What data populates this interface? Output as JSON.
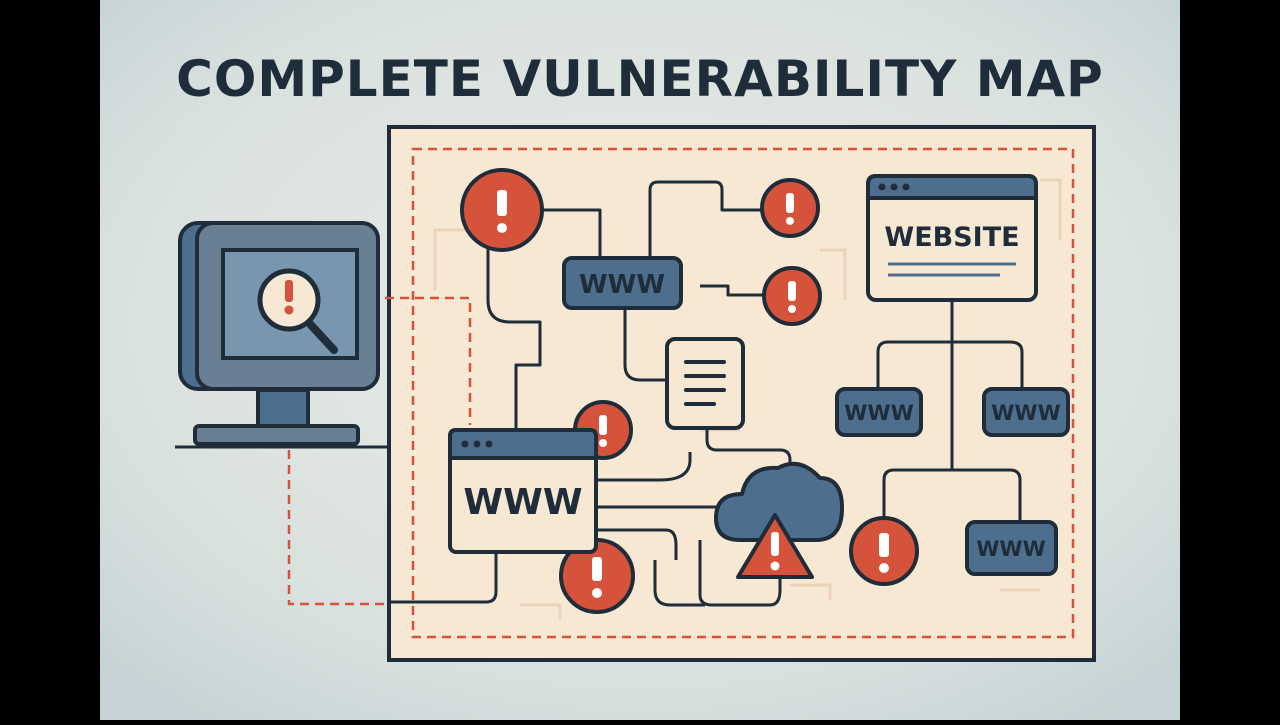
{
  "title": "COMPLETE VULNERABILITY MAP",
  "labels": {
    "www": "WWW",
    "website": "WEBSITE",
    "alert": "!"
  },
  "colors": {
    "background": "#dfe5e1",
    "panel": "#f7e8d3",
    "dark_navy": "#1f2d3b",
    "steel_blue": "#4d6f8d",
    "alert_red": "#d5533a",
    "monitor_gray": "#6a7f93",
    "letterbox": "#000000"
  },
  "icons": [
    "monitor-icon",
    "magnifier-icon",
    "alert-icon",
    "website-window-icon",
    "document-icon",
    "cloud-icon",
    "warning-triangle-icon"
  ]
}
